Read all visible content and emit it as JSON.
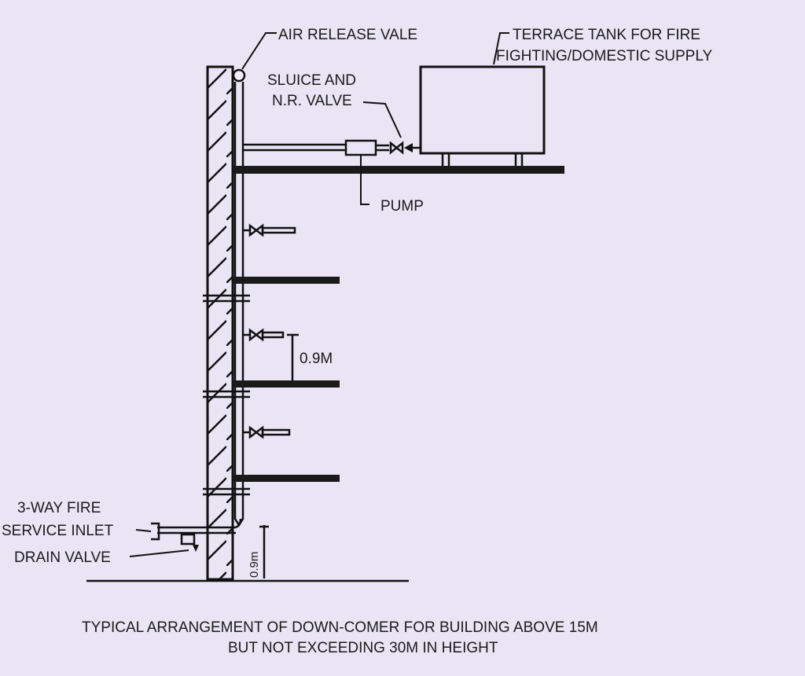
{
  "labels": {
    "air_release": "AIR RELEASE VALE",
    "tank_line1": "TERRACE TANK FOR FIRE",
    "tank_line2": "FIGHTING/DOMESTIC SUPPLY",
    "sluice_line1": "SLUICE AND",
    "sluice_line2": "N.R. VALVE",
    "pump": "PUMP",
    "floor_height": "0.9M",
    "inlet_line1": "3-WAY FIRE",
    "inlet_line2": "SERVICE INLET",
    "drain": "DRAIN VALVE",
    "ground_height": "0.9m"
  },
  "caption": {
    "line1": "TYPICAL ARRANGEMENT OF DOWN-COMER FOR BUILDING ABOVE 15M",
    "line2": "BUT NOT EXCEEDING 30M IN HEIGHT"
  },
  "colors": {
    "background": "#e9e5f5",
    "ink": "#111111"
  }
}
